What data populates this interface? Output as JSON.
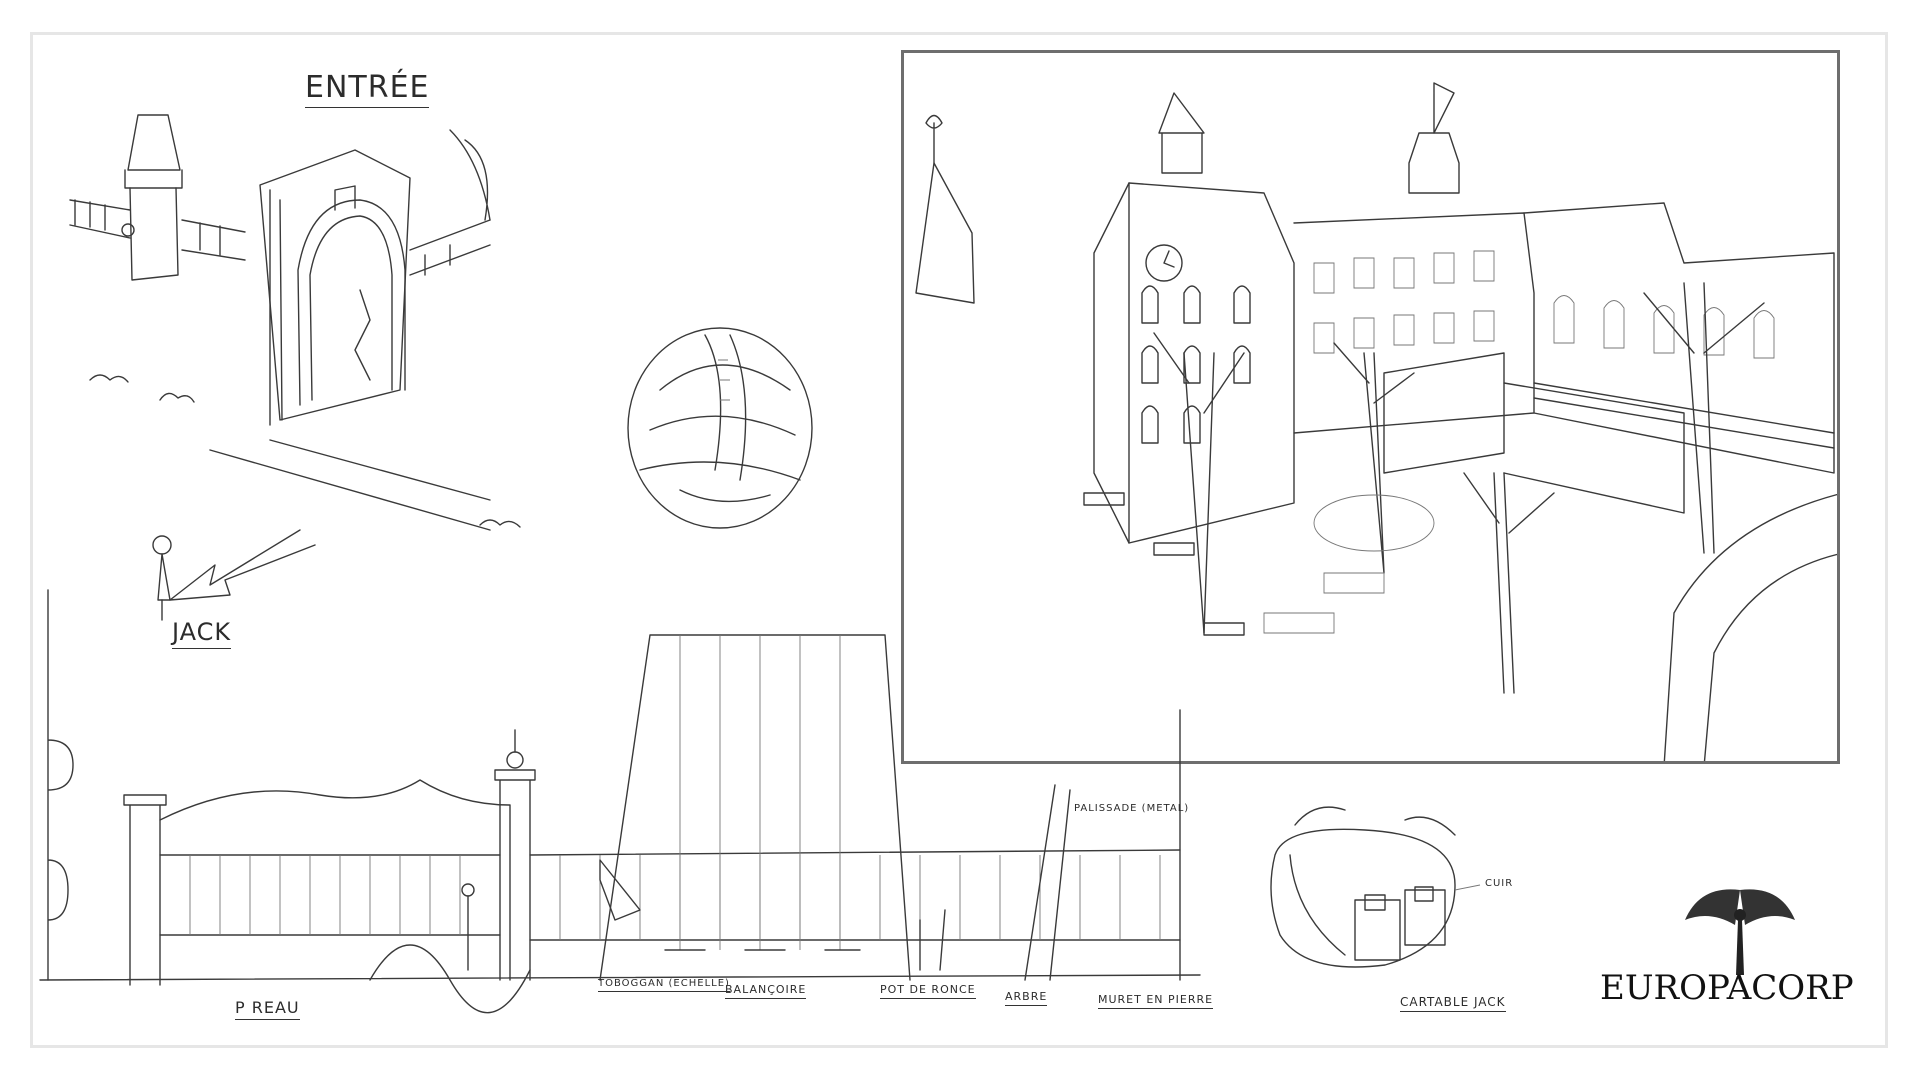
{
  "labels": {
    "entree": "ENTRÉE",
    "jack": "JACK",
    "preau": "P REAU",
    "toboggan": "TOBOGGAN (ECHELLE)",
    "balancoire": "BALANÇOIRE",
    "pot_de_ronce": "POT DE RONCE",
    "arbre": "ARBRE",
    "muret_en_pierre": "MURET EN PIERRE",
    "palissade": "PALISSADE (METAL)",
    "cuir": "CUIR",
    "cartable_jack": "CARTABLE JACK"
  },
  "logo": {
    "text": "EUROPACORP",
    "icon": "winged-figure-icon"
  },
  "colors": {
    "pencil": "#3a3a3a",
    "frame": "#e6e6e6",
    "panel_border": "#6e6e6e"
  }
}
